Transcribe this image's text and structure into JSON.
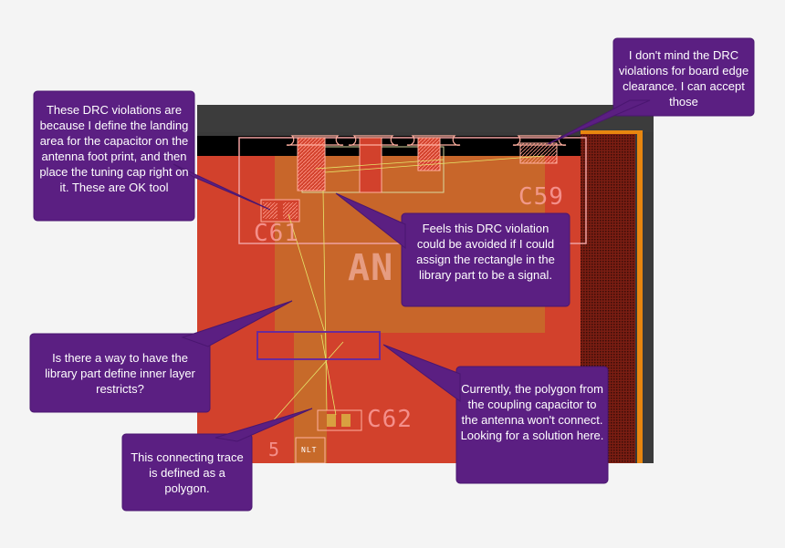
{
  "callouts": {
    "board_edge": "I don't mind the DRC violations for board edge clearance.  I can accept those",
    "landing_area": "These DRC violations are because I define the landing area for the capacitor on the antenna foot print, and then place the tuning cap right on it. These are OK tool",
    "signal_rect": "Feels this DRC violation could be avoided if I could assign the rectangle in the library part to be a signal.",
    "inner_layer": "Is there a way to have the library part define inner layer restricts?",
    "polygon_connect": "Currently, the polygon from the coupling capacitor to the antenna won't connect. Looking for a solution here.",
    "connecting_trace": "This connecting trace is defined as a polygon."
  },
  "pcb_labels": {
    "c59": "C59",
    "c61": "C61",
    "c62": "C62",
    "antenna": "AN",
    "bottom_left_digit": "5",
    "pad_small": "NLT"
  },
  "colors": {
    "copper": "#d2412c",
    "callout": "#5b1f82",
    "board_edge": "#e8860f"
  }
}
